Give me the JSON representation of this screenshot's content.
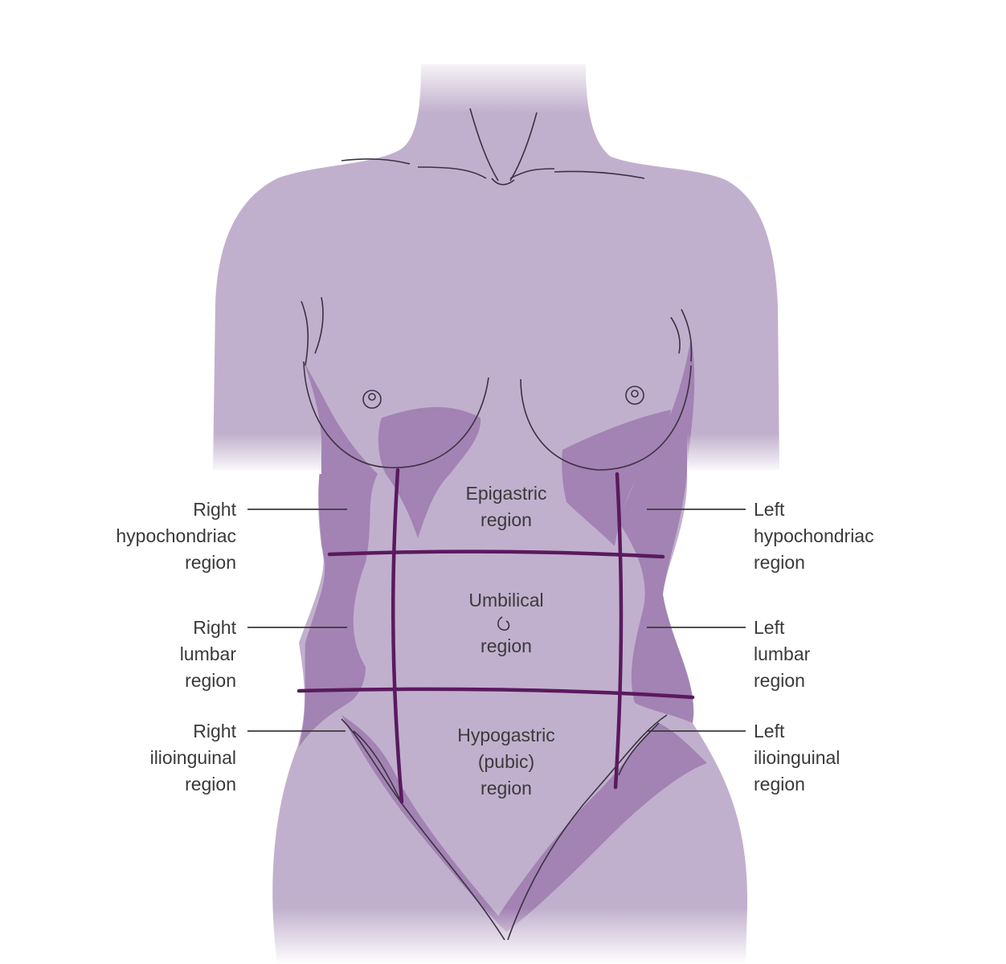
{
  "colors": {
    "background": "#ffffff",
    "skin": "#c1b0cd",
    "shadow": "#a283b3",
    "outline": "#3c3142",
    "grid_lines": "#5a1a5e",
    "leader_lines": "#3a3a3a",
    "label_text": "#3a3a3a"
  },
  "regions": {
    "right_hypochondriac": [
      "Right",
      "hypochondriac",
      "region"
    ],
    "right_lumbar": [
      "Right",
      "lumbar",
      "region"
    ],
    "right_ilioinguinal": [
      "Right",
      "ilioinguinal",
      "region"
    ],
    "left_hypochondriac": [
      "Left",
      "hypochondriac",
      "region"
    ],
    "left_lumbar": [
      "Left",
      "lumbar",
      "region"
    ],
    "left_ilioinguinal": [
      "Left",
      "ilioinguinal",
      "region"
    ],
    "epigastric": [
      "Epigastric",
      "region"
    ],
    "umbilical": [
      "Umbilical",
      "region"
    ],
    "hypogastric": [
      "Hypogastric",
      "(pubic)",
      "region"
    ]
  }
}
